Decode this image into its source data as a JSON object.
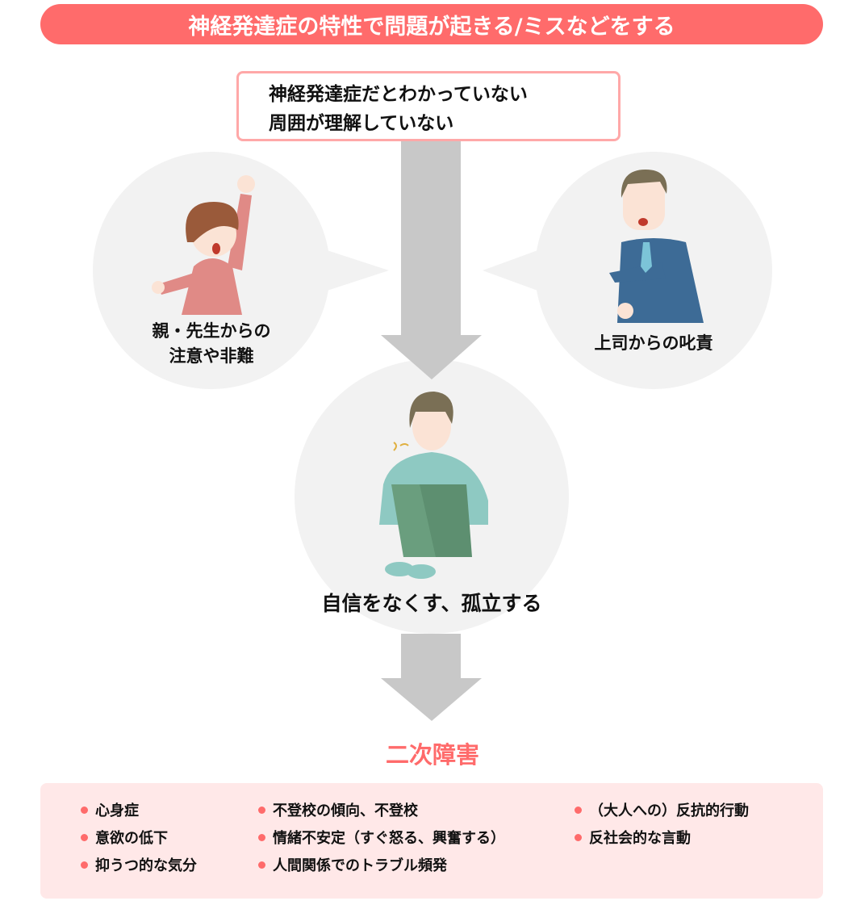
{
  "title": "神経発達症の特性で問題が起きる/ミスなどをする",
  "cause": {
    "line1": "神経発達症だとわかっていない",
    "line2": "周囲が理解していない"
  },
  "left_bubble": {
    "line1": "親・先生からの",
    "line2": "注意や非難"
  },
  "right_bubble": {
    "label": "上司からの叱責"
  },
  "center": {
    "label": "自信をなくす、孤立する"
  },
  "secondary": {
    "heading": "二次障害",
    "columns": [
      [
        "心身症",
        "意欲の低下",
        "抑うつ的な気分"
      ],
      [
        "不登校の傾向、不登校",
        "情緒不安定（すぐ怒る、興奮する）",
        "人間関係でのトラブル頻発"
      ],
      [
        "（大人への）反抗的行動",
        "反社会的な言動"
      ]
    ]
  },
  "colors": {
    "accent": "#ff6b6b",
    "border": "#ffa8a8",
    "arrow": "#c8c8c8",
    "bubble": "#f2f2f2",
    "list_bg": "#ffe8e8"
  }
}
